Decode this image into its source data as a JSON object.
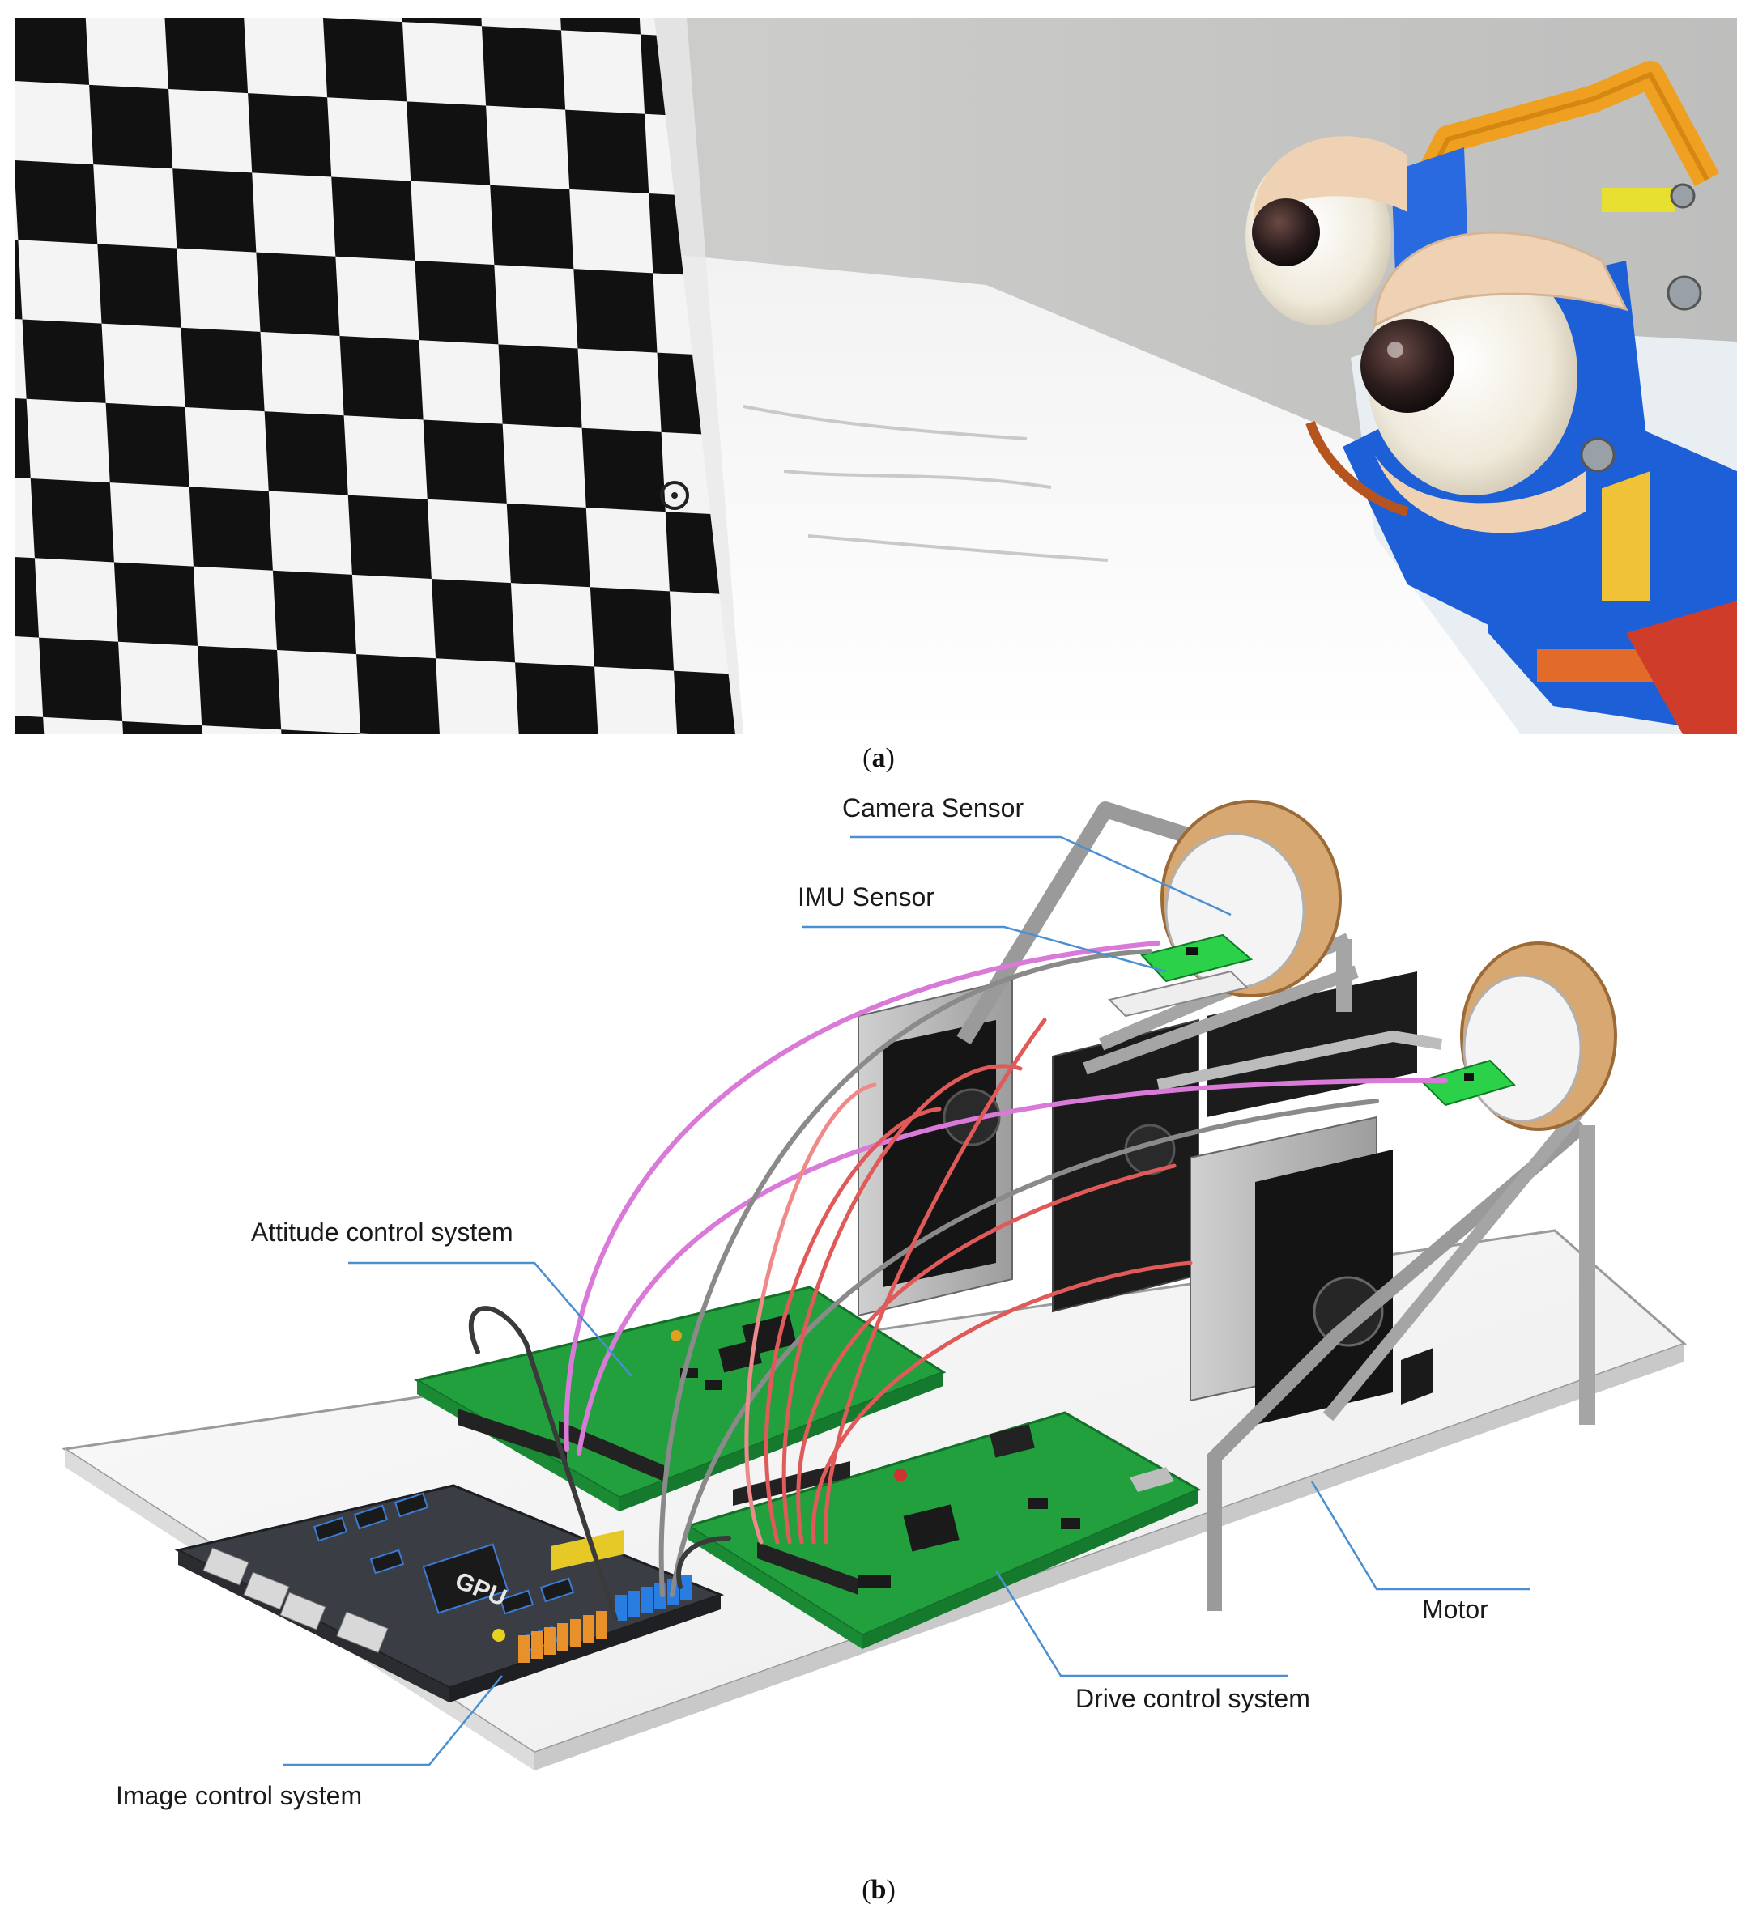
{
  "panel_a": {
    "caption_letter": "a"
  },
  "panel_b": {
    "caption_letter": "b",
    "labels": {
      "camera_sensor": "Camera Sensor",
      "imu_sensor": "IMU Sensor",
      "attitude_control": "Attitude control system",
      "motor": "Motor",
      "drive_control": "Drive control system",
      "image_control": "Image control system"
    },
    "gpu_chip_text": "GPU"
  },
  "colors": {
    "pcb_green": "#1f9a3a",
    "leader_line": "#4a8fd0",
    "wire_pink": "#d97ad8",
    "wire_red": "#e05a5a",
    "wire_gray": "#8a8a8a",
    "robot_blue": "#1d5fd6",
    "eyelid": "#efd2b4",
    "arm_orange": "#f0a020"
  }
}
